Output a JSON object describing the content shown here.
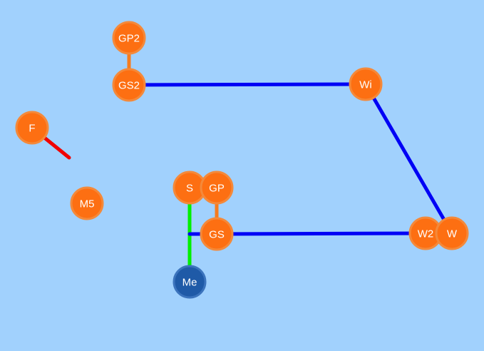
{
  "colors": {
    "background": "#a1d1fd",
    "node_default": "#fd6f12",
    "node_default_border": "#f4893a",
    "node_current": "#1f5aa7",
    "node_current_border": "#3c74bd",
    "label": "#ffffff"
  },
  "nodes": [
    {
      "id": "GP2",
      "label": "GP2",
      "kind": "default"
    },
    {
      "id": "GS2",
      "label": "GS2",
      "kind": "default"
    },
    {
      "id": "Wi",
      "label": "Wi",
      "kind": "default"
    },
    {
      "id": "F",
      "label": "F",
      "kind": "default"
    },
    {
      "id": "M5",
      "label": "M5",
      "kind": "default"
    },
    {
      "id": "S",
      "label": "S",
      "kind": "default"
    },
    {
      "id": "GP",
      "label": "GP",
      "kind": "default"
    },
    {
      "id": "GS",
      "label": "GS",
      "kind": "default"
    },
    {
      "id": "W2",
      "label": "W2",
      "kind": "default"
    },
    {
      "id": "W",
      "label": "W",
      "kind": "default"
    },
    {
      "id": "Me",
      "label": "Me",
      "kind": "current"
    }
  ],
  "edges": [
    {
      "from": "GP2",
      "to": "GS2",
      "color": "#f57c1f"
    },
    {
      "from": "GS2",
      "to": "Wi",
      "color": "#0000f5"
    },
    {
      "from": "Wi",
      "to": "W",
      "color": "#0000f5"
    },
    {
      "from": "GS",
      "to": "W2",
      "color": "#0000f5"
    },
    {
      "from": "GP",
      "to": "GS",
      "color": "#f57c1f"
    },
    {
      "from": "S",
      "to": "Me",
      "color": "#00f000"
    },
    {
      "from": "S",
      "to": "GS",
      "color": "#0000f5",
      "stub": true
    },
    {
      "from": "F",
      "to": "F-stub",
      "color": "#f00000",
      "stub": true
    }
  ]
}
